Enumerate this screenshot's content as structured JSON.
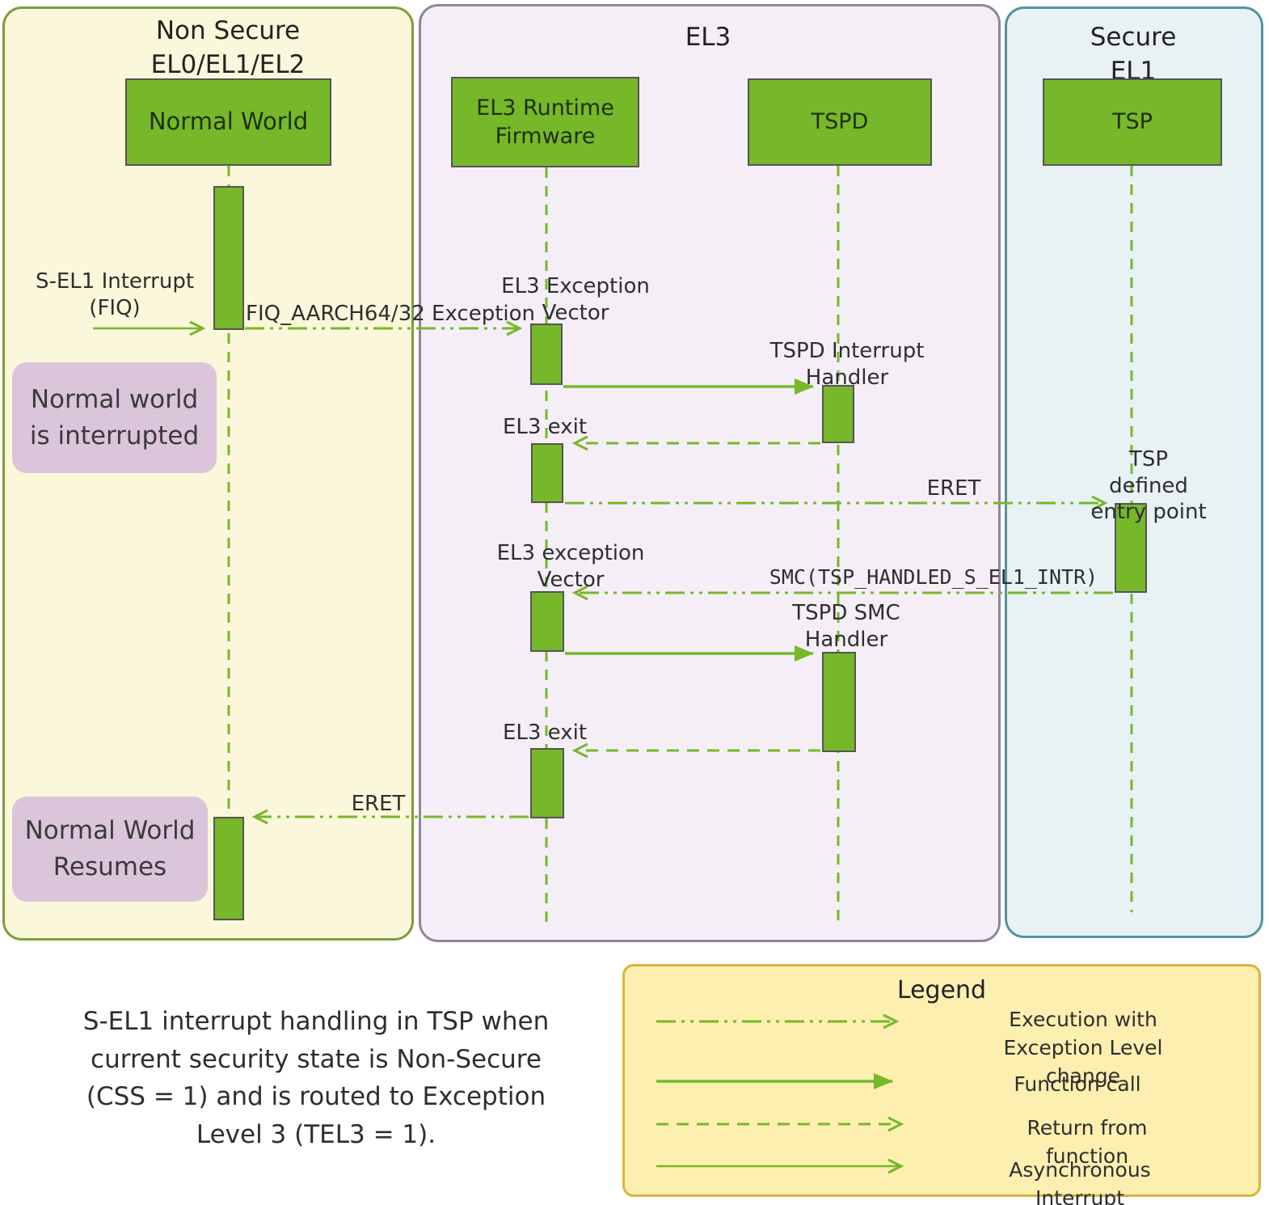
{
  "lanes": {
    "non_secure": {
      "title": "Non Secure\nEL0/EL1/EL2"
    },
    "el3": {
      "title": "EL3"
    },
    "secure_el1": {
      "title": "Secure EL1"
    }
  },
  "actors": {
    "normal_world": "Normal World",
    "el3_runtime_firmware": "EL3 Runtime\nFirmware",
    "tspd": "TSPD",
    "tsp": "TSP"
  },
  "labels": {
    "sel1_interrupt": "S-EL1 Interrupt\n(FIQ)",
    "fiq_exception": "FIQ_AARCH64/32 Exception",
    "el3_exception_vector_1": "EL3 Exception\nVector",
    "tspd_interrupt_handler": "TSPD Interrupt\nHandler",
    "el3_exit_1": "EL3 exit",
    "eret_1": "ERET",
    "tsp_defined_entry_point": "TSP defined\nentry point",
    "smc_call": "SMC(TSP_HANDLED_S_EL1_INTR)",
    "el3_exception_vector_2": "EL3 exception\nVector",
    "tspd_smc_handler": "TSPD SMC\nHandler",
    "el3_exit_2": "EL3 exit",
    "eret_2": "ERET"
  },
  "notes": {
    "interrupted": "Normal world\nis interrupted",
    "resumes": "Normal World\nResumes"
  },
  "caption": "S-EL1 interrupt handling in TSP when\ncurrent security state is Non-Secure\n(CSS = 1) and is routed to Exception\nLevel 3 (TEL3 = 1).",
  "legend": {
    "title": "Legend",
    "items": [
      {
        "style": "dashdot-open",
        "label": "Execution with Exception Level\nchange"
      },
      {
        "style": "solid-filled",
        "label": "Function call"
      },
      {
        "style": "dashed-open",
        "label": "Return from function"
      },
      {
        "style": "thin-open",
        "label": "Asynchronous Interrupt"
      }
    ]
  },
  "colors": {
    "green": "#76b82a",
    "lane-nonsecure-bg": "#fbf7da",
    "lane-nonsecure-border": "#7e9e3c",
    "lane-el3-bg": "#f5eef6",
    "lane-el3-border": "#9085a0",
    "lane-secure-bg": "#e8f1f4",
    "lane-secure-border": "#55939f",
    "note-bg": "#dbc5da",
    "legend-bg": "#fcefb0",
    "legend-border": "#d9b33c",
    "activation-border": "#555555",
    "text": "#2e2e2e"
  }
}
